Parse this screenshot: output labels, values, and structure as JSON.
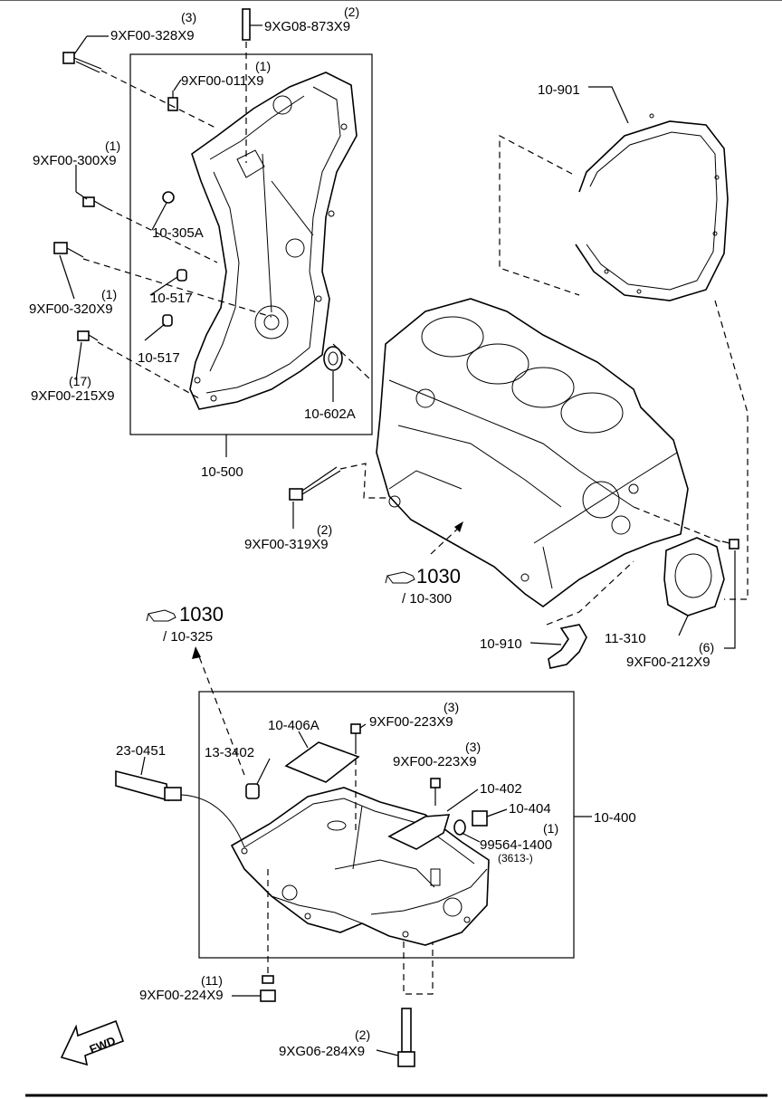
{
  "labels": {
    "b_328": "9XF00-328X9",
    "q_328": "(3)",
    "b_873": "9XG08-873X9",
    "q_873": "(2)",
    "b_011": "9XF00-011X9",
    "q_011": "(1)",
    "b_300": "9XF00-300X9",
    "q_300": "(1)",
    "p_305a": "10-305A",
    "b_320": "9XF00-320X9",
    "q_320": "(1)",
    "p_517a": "10-517",
    "p_517b": "10-517",
    "b_215": "9XF00-215X9",
    "q_215": "(17)",
    "p_602a": "10-602A",
    "p_500": "10-500",
    "p_901": "10-901",
    "b_319": "9XF00-319X9",
    "q_319": "(2)",
    "ref_1030a": "1030",
    "ref_10300": "/ 10-300",
    "ref_1030b": "1030",
    "ref_10325": "/ 10-325",
    "p_910": "10-910",
    "p_11310": "11-310",
    "b_212": "9XF00-212X9",
    "q_212": "(6)",
    "p_406a": "10-406A",
    "b_223a": "9XF00-223X9",
    "q_223a": "(3)",
    "b_223b": "9XF00-223X9",
    "q_223b": "(3)",
    "p_230451": "23-0451",
    "p_133402": "13-3402",
    "p_402": "10-402",
    "p_404": "10-404",
    "p_400": "10-400",
    "p_99564": "99564-1400",
    "q_99564": "(1)",
    "p_3613": "(3613-)",
    "b_224": "9XF00-224X9",
    "q_224": "(11)",
    "b_284": "9XG06-284X9",
    "q_284": "(2)",
    "fwd": "FWD"
  }
}
